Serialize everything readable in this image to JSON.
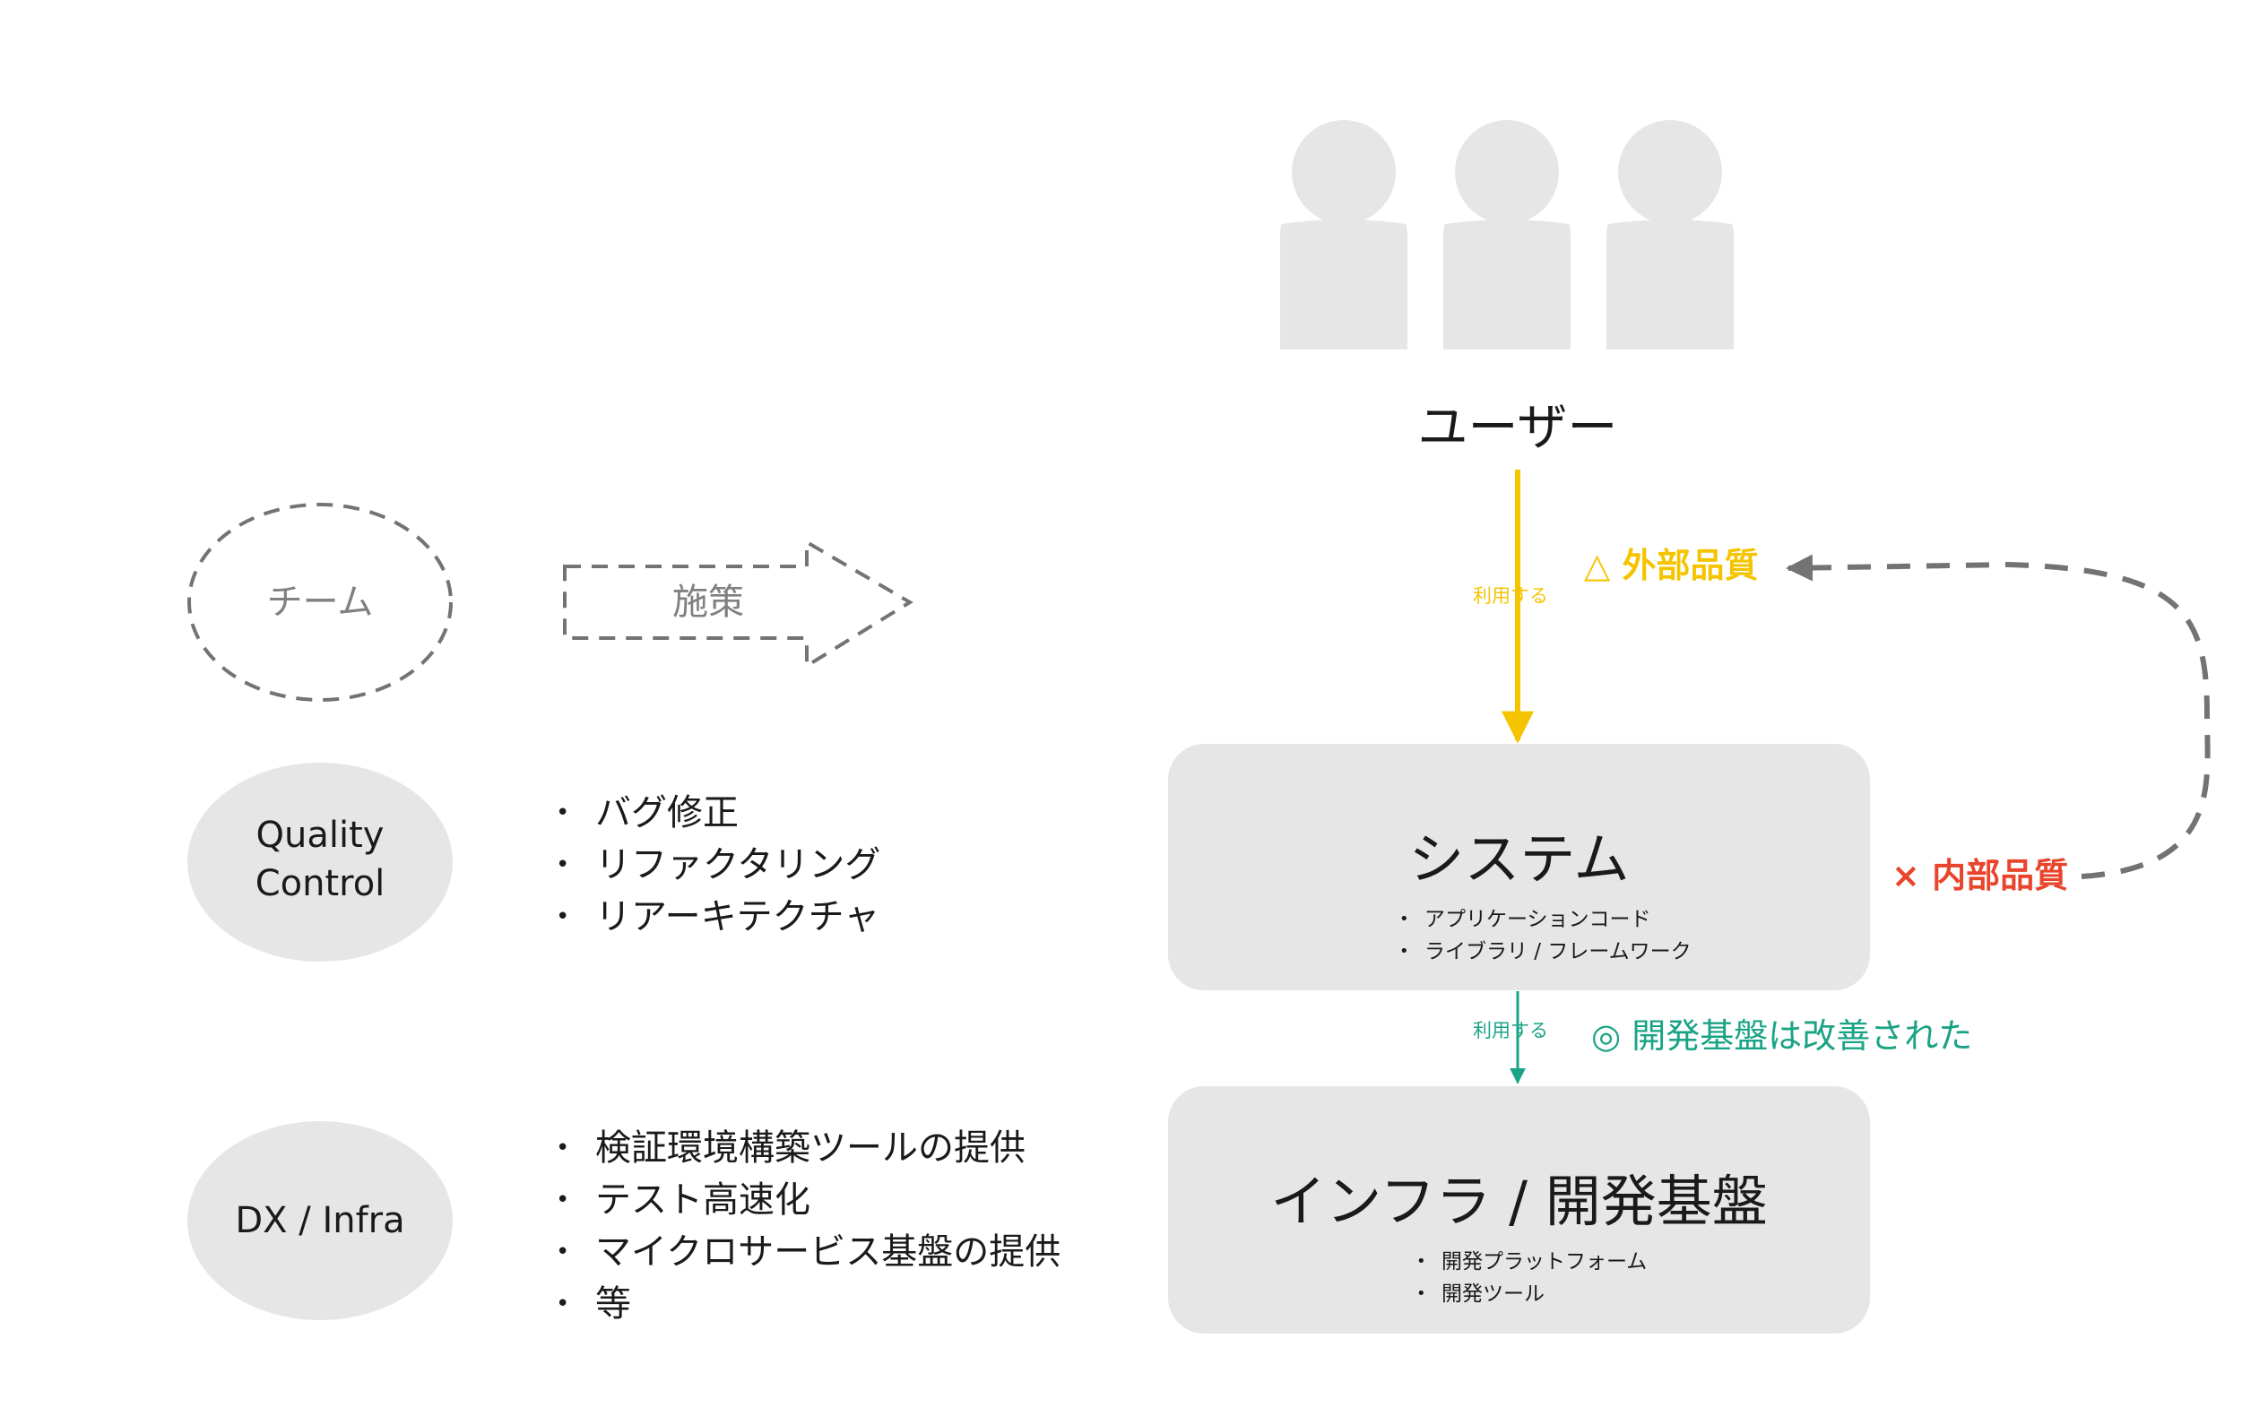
{
  "legend": {
    "team_label": "チーム",
    "measure_label": "施策"
  },
  "teams": [
    {
      "name_line1": "Quality",
      "name_line2": "Control",
      "measures": [
        "バグ修正",
        "リファクタリング",
        "リアーキテクチャ"
      ]
    },
    {
      "name_line1": "DX / Infra",
      "name_line2": "",
      "measures": [
        "検証環境構築ツールの提供",
        "テスト高速化",
        "マイクロサービス基盤の提供",
        "等"
      ]
    }
  ],
  "users": {
    "label": "ユーザー"
  },
  "system": {
    "title": "システム",
    "items": [
      "アプリケーションコード",
      "ライブラリ / フレームワーク"
    ]
  },
  "infra": {
    "title": "インフラ / 開発基盤",
    "items": [
      "開発プラットフォーム",
      "開発ツール"
    ]
  },
  "arrows": {
    "user_to_system": "利用する",
    "system_to_infra": "利用する"
  },
  "quality": {
    "external": "△ 外部品質",
    "internal": "× 内部品質",
    "infra_improved": "◎ 開発基盤は改善された"
  },
  "colors": {
    "yellow": "#f5c400",
    "red": "#e8452c",
    "green": "#1aa386",
    "gray_shape": "#e6e6e6",
    "gray_dash": "#737373",
    "legend_gray": "#8c8c8c"
  }
}
